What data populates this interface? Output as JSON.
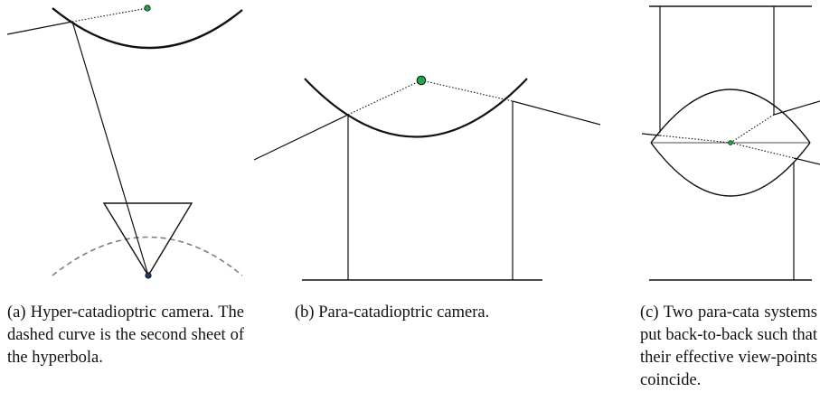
{
  "colors": {
    "stroke": "#111111",
    "dashed": "#808080",
    "viewpoint_green": "#1fa84a",
    "camera_center_navy": "#1f3366"
  },
  "panels": [
    {
      "id": "a",
      "caption": "(a)      Hyper-catadioptric camera. The dashed curve is the second sheet of the hyperbola."
    },
    {
      "id": "b",
      "caption": "(b) Para-catadioptric camera."
    },
    {
      "id": "c",
      "caption": "(c) Two para-cata systems put back-to-back such that their effective view-points coincide."
    }
  ]
}
